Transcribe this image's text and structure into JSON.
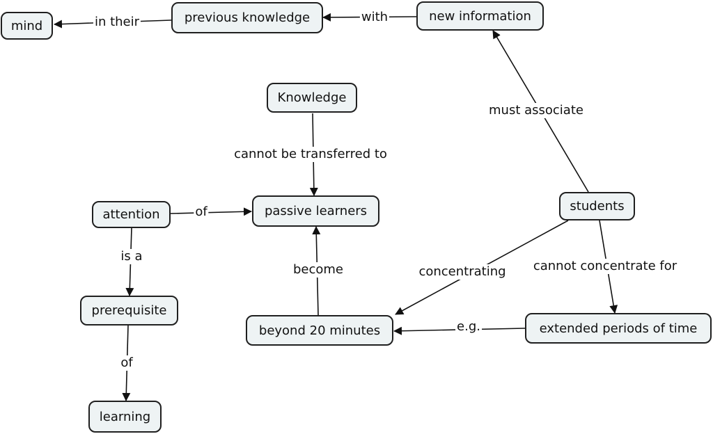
{
  "concept_map": {
    "nodes": {
      "mind": "mind",
      "previous_knowledge": "previous knowledge",
      "new_information": "new information",
      "knowledge": "Knowledge",
      "attention": "attention",
      "passive_learners": "passive learners",
      "students": "students",
      "prerequisite": "prerequisite",
      "beyond_20": "beyond 20 minutes",
      "extended_periods": "extended periods of time",
      "learning": "learning"
    },
    "links": {
      "in_their": "in their",
      "with": "with",
      "must_associate": "must associate",
      "cannot_be_transferred_to": "cannot be transferred to",
      "of_attention": "of",
      "is_a": "is a",
      "become": "become",
      "concentrating": "concentrating",
      "cannot_concentrate_for": "cannot concentrate for",
      "eg": "e.g.",
      "of_prerequisite": "of"
    }
  }
}
